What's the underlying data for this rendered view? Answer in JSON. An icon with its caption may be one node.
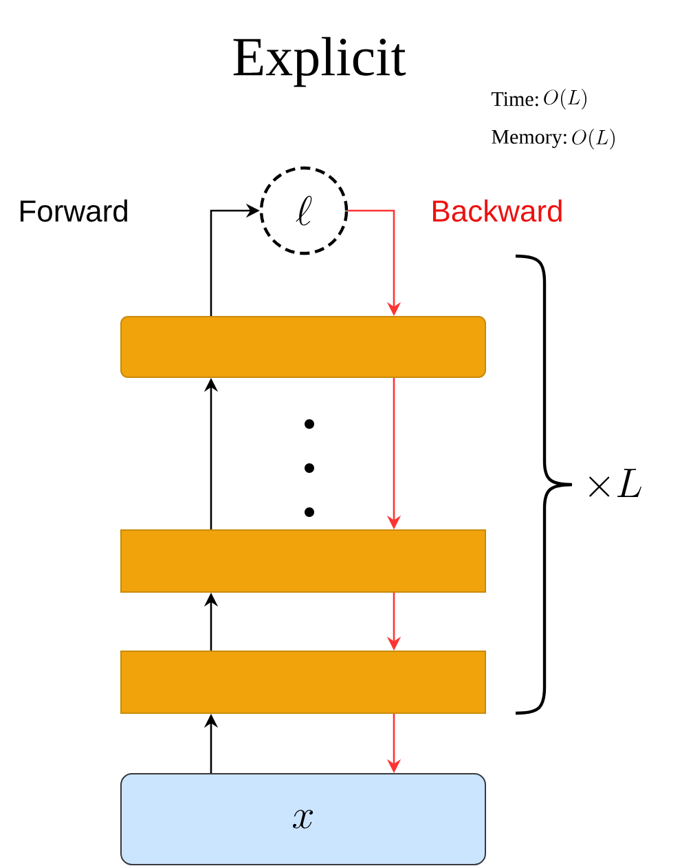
{
  "diagram": {
    "title": "Explicit",
    "nodes": [
      {
        "text": [
          "\\ell"
        ]
      },
      {
        "text": [],
        "shape": "box"
      },
      {
        "text": [],
        "shape": "box"
      },
      {
        "text": [],
        "shape": "box"
      },
      {
        "text": [
          "x"
        ]
      }
    ],
    "edges": [
      {
        "from": 4,
        "to": 3,
        "arrow": "to"
      },
      {
        "from": 3,
        "to": 2,
        "arrow": "to"
      },
      {
        "from": 2,
        "to": 1,
        "arrow": "to"
      },
      {
        "from": 1,
        "to": 0,
        "arrow": "to"
      },
      {
        "from": 0,
        "to": 1,
        "arrow": "to",
        "color": "#ff3333"
      },
      {
        "from": 1,
        "to": 2,
        "arrow": "to",
        "color": "#ff3333"
      },
      {
        "from": 2,
        "to": 3,
        "arrow": "to",
        "color": "#ff3333"
      },
      {
        "from": 3,
        "to": 4,
        "arrow": "to",
        "color": "#ff3333"
      }
    ],
    "labels": [
      "Forward",
      "Backward",
      "Time:",
      "O(L)",
      "Memory:",
      "O(L)",
      "\\times L"
    ]
  }
}
